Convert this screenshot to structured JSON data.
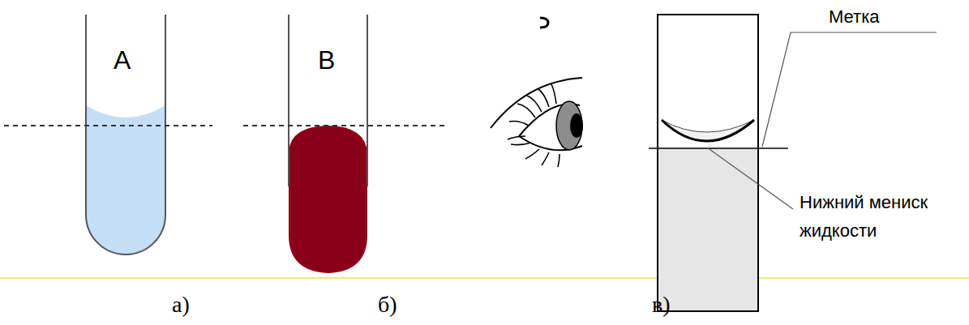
{
  "diagram": {
    "labels": [
      "A",
      "B",
      "Метка",
      "Нижний мениск жидкости",
      "а)",
      "б)",
      "в)"
    ]
  }
}
